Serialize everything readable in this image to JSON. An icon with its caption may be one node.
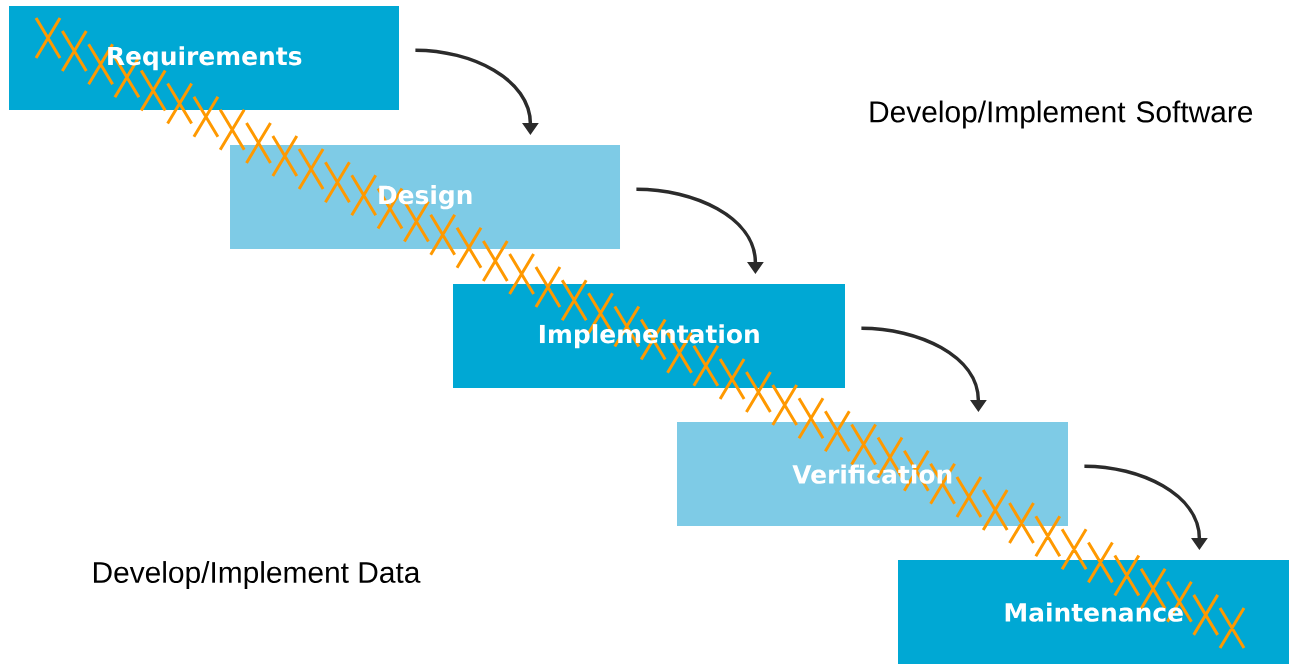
{
  "diagram": {
    "nodes": [
      {
        "text": [
          "Requirements"
        ]
      },
      {
        "text": [
          "Design"
        ]
      },
      {
        "text": [
          "Implementation"
        ]
      },
      {
        "text": [
          "Verification"
        ]
      },
      {
        "text": [
          "Maintenance"
        ]
      }
    ],
    "edges": [
      {
        "from": 0,
        "to": 1,
        "arrow": "to"
      },
      {
        "from": 1,
        "to": 2,
        "arrow": "to"
      },
      {
        "from": 2,
        "to": 3,
        "arrow": "to"
      },
      {
        "from": 3,
        "to": 4,
        "arrow": "to"
      }
    ],
    "labels": [
      "Develop/Implement Software",
      "Develop/Implement Data"
    ]
  }
}
